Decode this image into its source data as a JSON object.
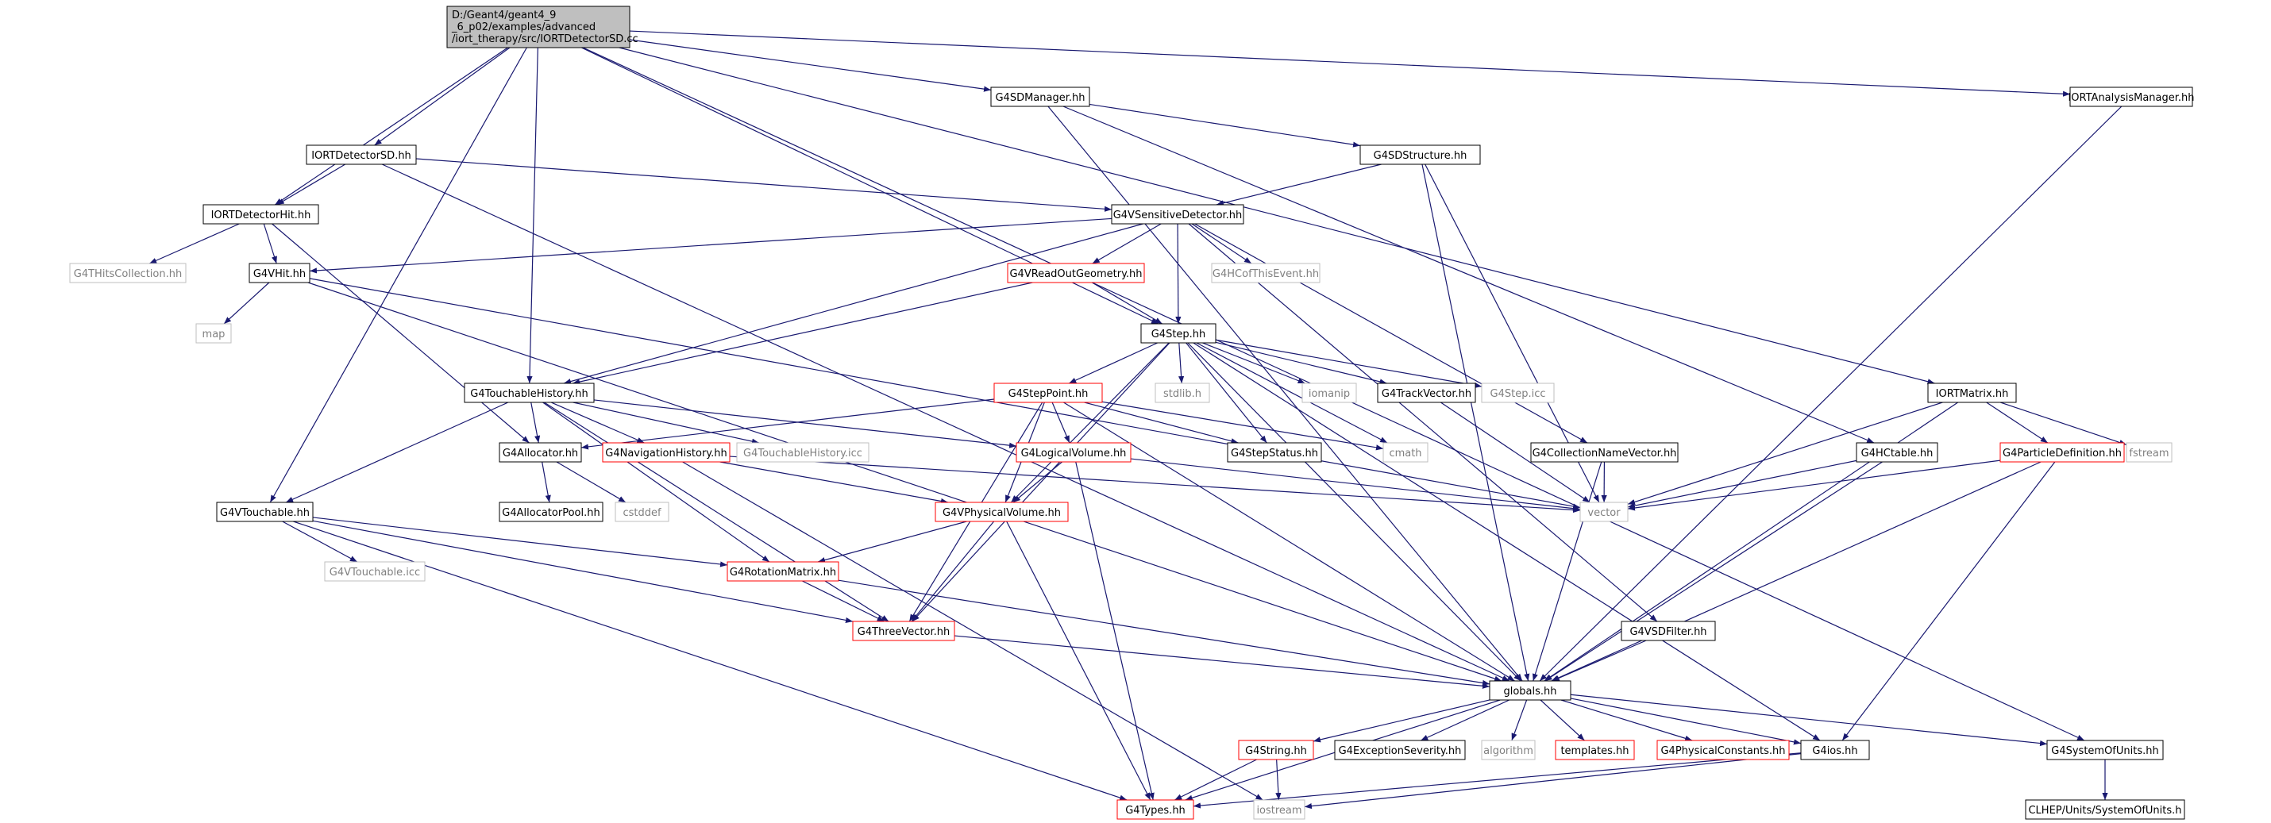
{
  "colors": {
    "edge": "#191970",
    "box_normal": "#000000",
    "box_red": "#ff0000",
    "box_gray": "#bfbfbf",
    "root_fill": "#bfbfbf",
    "text": "#000000",
    "text_gray": "#808080"
  },
  "nodes": [
    {
      "id": "root",
      "label": [
        "D:/Geant4/geant4_9",
        "_6_p02/examples/advanced",
        "/iort_therapy/src/IORTDetectorSD.cc"
      ],
      "style": "root"
    },
    {
      "id": "sdmanager",
      "label": [
        "G4SDManager.hh"
      ],
      "style": "normal"
    },
    {
      "id": "iortanalysis",
      "label": [
        "IORTAnalysisManager.hh"
      ],
      "style": "normal"
    },
    {
      "id": "iortdetsd",
      "label": [
        "IORTDetectorSD.hh"
      ],
      "style": "normal"
    },
    {
      "id": "sdstructure",
      "label": [
        "G4SDStructure.hh"
      ],
      "style": "normal"
    },
    {
      "id": "iortdethit",
      "label": [
        "IORTDetectorHit.hh"
      ],
      "style": "normal"
    },
    {
      "id": "vsensdet",
      "label": [
        "G4VSensitiveDetector.hh"
      ],
      "style": "normal"
    },
    {
      "id": "thitscoll",
      "label": [
        "G4THitsCollection.hh"
      ],
      "style": "gray"
    },
    {
      "id": "vhit",
      "label": [
        "G4VHit.hh"
      ],
      "style": "normal"
    },
    {
      "id": "vreadout",
      "label": [
        "G4VReadOutGeometry.hh"
      ],
      "style": "red"
    },
    {
      "id": "hcofthisevent",
      "label": [
        "G4HCofThisEvent.hh"
      ],
      "style": "gray"
    },
    {
      "id": "map",
      "label": [
        "map"
      ],
      "style": "gray"
    },
    {
      "id": "step",
      "label": [
        "G4Step.hh"
      ],
      "style": "normal"
    },
    {
      "id": "touchhist",
      "label": [
        "G4TouchableHistory.hh"
      ],
      "style": "normal"
    },
    {
      "id": "steppoint",
      "label": [
        "G4StepPoint.hh"
      ],
      "style": "red"
    },
    {
      "id": "stdlib",
      "label": [
        "stdlib.h"
      ],
      "style": "gray"
    },
    {
      "id": "iomanip",
      "label": [
        "iomanip"
      ],
      "style": "gray"
    },
    {
      "id": "trackvector",
      "label": [
        "G4TrackVector.hh"
      ],
      "style": "normal"
    },
    {
      "id": "stepicc",
      "label": [
        "G4Step.icc"
      ],
      "style": "gray"
    },
    {
      "id": "iortmatrix",
      "label": [
        "IORTMatrix.hh"
      ],
      "style": "normal"
    },
    {
      "id": "allocator",
      "label": [
        "G4Allocator.hh"
      ],
      "style": "normal"
    },
    {
      "id": "navhist",
      "label": [
        "G4NavigationHistory.hh"
      ],
      "style": "red"
    },
    {
      "id": "touchhisticc",
      "label": [
        "G4TouchableHistory.icc"
      ],
      "style": "gray"
    },
    {
      "id": "logvol",
      "label": [
        "G4LogicalVolume.hh"
      ],
      "style": "red"
    },
    {
      "id": "stepstatus",
      "label": [
        "G4StepStatus.hh"
      ],
      "style": "normal"
    },
    {
      "id": "cmath",
      "label": [
        "cmath"
      ],
      "style": "gray"
    },
    {
      "id": "collnamevec",
      "label": [
        "G4CollectionNameVector.hh"
      ],
      "style": "normal"
    },
    {
      "id": "hctable",
      "label": [
        "G4HCtable.hh"
      ],
      "style": "normal"
    },
    {
      "id": "partdef",
      "label": [
        "G4ParticleDefinition.hh"
      ],
      "style": "red"
    },
    {
      "id": "fstream",
      "label": [
        "fstream"
      ],
      "style": "gray"
    },
    {
      "id": "allocpool",
      "label": [
        "G4AllocatorPool.hh"
      ],
      "style": "normal"
    },
    {
      "id": "cstddef",
      "label": [
        "cstddef"
      ],
      "style": "gray"
    },
    {
      "id": "vtouchable",
      "label": [
        "G4VTouchable.hh"
      ],
      "style": "normal"
    },
    {
      "id": "vphysvol",
      "label": [
        "G4VPhysicalVolume.hh"
      ],
      "style": "red"
    },
    {
      "id": "vector",
      "label": [
        "vector"
      ],
      "style": "gray"
    },
    {
      "id": "vtouchicc",
      "label": [
        "G4VTouchable.icc"
      ],
      "style": "gray"
    },
    {
      "id": "rotmatrix",
      "label": [
        "G4RotationMatrix.hh"
      ],
      "style": "red"
    },
    {
      "id": "threevector",
      "label": [
        "G4ThreeVector.hh"
      ],
      "style": "red"
    },
    {
      "id": "vsdfilter",
      "label": [
        "G4VSDFilter.hh"
      ],
      "style": "normal"
    },
    {
      "id": "globals",
      "label": [
        "globals.hh"
      ],
      "style": "normal"
    },
    {
      "id": "g4string",
      "label": [
        "G4String.hh"
      ],
      "style": "red"
    },
    {
      "id": "excsev",
      "label": [
        "G4ExceptionSeverity.hh"
      ],
      "style": "normal"
    },
    {
      "id": "algorithm",
      "label": [
        "algorithm"
      ],
      "style": "gray"
    },
    {
      "id": "templates",
      "label": [
        "templates.hh"
      ],
      "style": "red"
    },
    {
      "id": "physconst",
      "label": [
        "G4PhysicalConstants.hh"
      ],
      "style": "red"
    },
    {
      "id": "g4ios",
      "label": [
        "G4ios.hh"
      ],
      "style": "normal"
    },
    {
      "id": "sysunits",
      "label": [
        "G4SystemOfUnits.hh"
      ],
      "style": "normal"
    },
    {
      "id": "iostream",
      "label": [
        "iostream"
      ],
      "style": "gray"
    },
    {
      "id": "g4types",
      "label": [
        "G4Types.hh"
      ],
      "style": "red"
    },
    {
      "id": "clhepunits",
      "label": [
        "CLHEP/Units/SystemOfUnits.h"
      ],
      "style": "normal"
    }
  ],
  "edges": [
    [
      "root",
      "sdmanager"
    ],
    [
      "root",
      "iortanalysis"
    ],
    [
      "root",
      "iortdetsd"
    ],
    [
      "root",
      "iortdethit"
    ],
    [
      "root",
      "step"
    ],
    [
      "root",
      "touchhist"
    ],
    [
      "root",
      "vtouchable"
    ],
    [
      "root",
      "iortmatrix"
    ],
    [
      "root",
      "sysunits"
    ],
    [
      "iortdetsd",
      "iortdethit"
    ],
    [
      "iortdetsd",
      "vsensdet"
    ],
    [
      "iortdetsd",
      "globals"
    ],
    [
      "iortdethit",
      "thitscoll"
    ],
    [
      "iortdethit",
      "vhit"
    ],
    [
      "iortdethit",
      "allocator"
    ],
    [
      "sdmanager",
      "sdstructure"
    ],
    [
      "sdmanager",
      "hctable"
    ],
    [
      "sdmanager",
      "globals"
    ],
    [
      "sdstructure",
      "vsensdet"
    ],
    [
      "sdstructure",
      "vector"
    ],
    [
      "sdstructure",
      "globals"
    ],
    [
      "iortanalysis",
      "globals"
    ],
    [
      "vsensdet",
      "vhit"
    ],
    [
      "vsensdet",
      "vreadout"
    ],
    [
      "vsensdet",
      "hcofthisevent"
    ],
    [
      "vsensdet",
      "step"
    ],
    [
      "vsensdet",
      "touchhist"
    ],
    [
      "vsensdet",
      "collnamevec"
    ],
    [
      "vsensdet",
      "vsdfilter"
    ],
    [
      "vhit",
      "map"
    ],
    [
      "vhit",
      "vector"
    ],
    [
      "vhit",
      "globals"
    ],
    [
      "vreadout",
      "step"
    ],
    [
      "vreadout",
      "touchhist"
    ],
    [
      "step",
      "steppoint"
    ],
    [
      "step",
      "stdlib"
    ],
    [
      "step",
      "iomanip"
    ],
    [
      "step",
      "trackvector"
    ],
    [
      "step",
      "stepicc"
    ],
    [
      "step",
      "stepstatus"
    ],
    [
      "step",
      "cmath"
    ],
    [
      "step",
      "threevector"
    ],
    [
      "step",
      "vphysvol"
    ],
    [
      "step",
      "globals"
    ],
    [
      "step",
      "g4ios"
    ],
    [
      "touchhist",
      "allocator"
    ],
    [
      "touchhist",
      "navhist"
    ],
    [
      "touchhist",
      "touchhisticc"
    ],
    [
      "touchhist",
      "logvol"
    ],
    [
      "touchhist",
      "vtouchable"
    ],
    [
      "touchhist",
      "rotmatrix"
    ],
    [
      "touchhist",
      "threevector"
    ],
    [
      "steppoint",
      "allocator"
    ],
    [
      "steppoint",
      "logvol"
    ],
    [
      "steppoint",
      "vphysvol"
    ],
    [
      "steppoint",
      "stepstatus"
    ],
    [
      "steppoint",
      "cmath"
    ],
    [
      "steppoint",
      "threevector"
    ],
    [
      "steppoint",
      "globals"
    ],
    [
      "trackvector",
      "vector"
    ],
    [
      "iortmatrix",
      "partdef"
    ],
    [
      "iortmatrix",
      "fstream"
    ],
    [
      "iortmatrix",
      "vector"
    ],
    [
      "iortmatrix",
      "globals"
    ],
    [
      "allocator",
      "allocpool"
    ],
    [
      "allocator",
      "cstddef"
    ],
    [
      "navhist",
      "vphysvol"
    ],
    [
      "navhist",
      "vector"
    ],
    [
      "navhist",
      "iostream"
    ],
    [
      "logvol",
      "vphysvol"
    ],
    [
      "logvol",
      "vector"
    ],
    [
      "logvol",
      "g4types"
    ],
    [
      "collnamevec",
      "vector"
    ],
    [
      "collnamevec",
      "globals"
    ],
    [
      "hctable",
      "vector"
    ],
    [
      "hctable",
      "globals"
    ],
    [
      "partdef",
      "vector"
    ],
    [
      "partdef",
      "globals"
    ],
    [
      "partdef",
      "g4ios"
    ],
    [
      "vtouchable",
      "vtouchicc"
    ],
    [
      "vtouchable",
      "rotmatrix"
    ],
    [
      "vtouchable",
      "threevector"
    ],
    [
      "vtouchable",
      "g4types"
    ],
    [
      "vphysvol",
      "rotmatrix"
    ],
    [
      "vphysvol",
      "threevector"
    ],
    [
      "vphysvol",
      "g4types"
    ],
    [
      "rotmatrix",
      "threevector"
    ],
    [
      "rotmatrix",
      "globals"
    ],
    [
      "threevector",
      "globals"
    ],
    [
      "vsdfilter",
      "globals"
    ],
    [
      "globals",
      "g4string"
    ],
    [
      "globals",
      "excsev"
    ],
    [
      "globals",
      "algorithm"
    ],
    [
      "globals",
      "templates"
    ],
    [
      "globals",
      "physconst"
    ],
    [
      "globals",
      "g4ios"
    ],
    [
      "globals",
      "sysunits"
    ],
    [
      "globals",
      "g4types"
    ],
    [
      "g4string",
      "iostream"
    ],
    [
      "g4string",
      "g4types"
    ],
    [
      "g4ios",
      "iostream"
    ],
    [
      "g4ios",
      "g4types"
    ],
    [
      "sysunits",
      "clhepunits"
    ]
  ]
}
